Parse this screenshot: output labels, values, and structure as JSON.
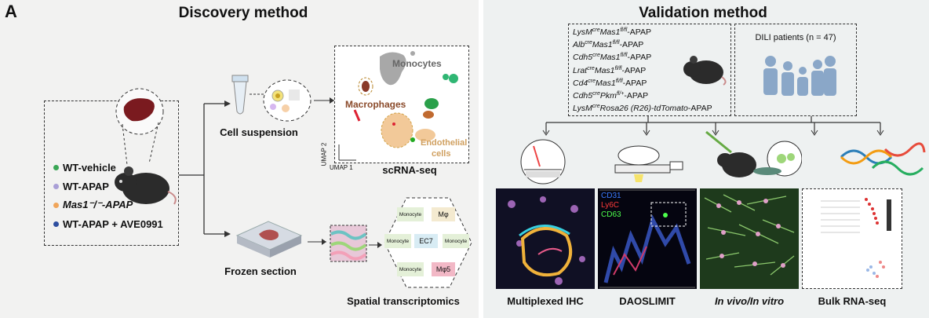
{
  "panel_letter": "A",
  "discovery": {
    "title": "Discovery method",
    "groups": [
      {
        "label": "WT-vehicle",
        "color": "#3aa655"
      },
      {
        "label": "WT-APAP",
        "color": "#a99fd6"
      },
      {
        "label": "Mas1⁻/⁻-APAP",
        "color": "#f0a55a"
      },
      {
        "label": "WT-APAP + AVE0991",
        "color": "#2e4fa0"
      }
    ],
    "cell_suspension": "Cell suspension",
    "frozen_section": "Frozen section",
    "scrna": "scRNA-seq",
    "spatial": "Spatial transcriptomics",
    "umap_x": "UMAP 1",
    "umap_y": "UMAP 2",
    "clusters": {
      "monocytes": "Monocytes",
      "macrophages": "Macrophages",
      "endothelial_1": "Endothelial",
      "endothelial_2": "cells"
    },
    "spatial_cells": [
      "Monocyte",
      "Mφ",
      "Monocyte",
      "EC7",
      "Monocyte",
      "Monocyte",
      "Mφ5"
    ]
  },
  "validation": {
    "title": "Validation method",
    "genotypes": [
      {
        "a": "LysM",
        "b": "cre",
        "c": "Mas1",
        "d": "fl/fl",
        "e": "-APAP"
      },
      {
        "a": "Alb",
        "b": "cre",
        "c": "Mas1",
        "d": "fl/fl",
        "e": "-APAP"
      },
      {
        "a": "Cdh5",
        "b": "cre",
        "c": "Mas1",
        "d": "fl/fl",
        "e": "-APAP"
      },
      {
        "a": "Lrat",
        "b": "cre",
        "c": "Mas1",
        "d": "fl/fl",
        "e": "-APAP"
      },
      {
        "a": "Cd4",
        "b": "cre",
        "c": "Mas1",
        "d": "fl/fl",
        "e": "-APAP"
      },
      {
        "a": "Cdh5",
        "b": "cre",
        "c": "Pkm",
        "d": "fl/+",
        "e": "-APAP"
      },
      {
        "a": "LysM",
        "b": "cre",
        "c": "Rosa26 (R26)-tdTomato",
        "d": "",
        "e": "-APAP"
      }
    ],
    "dili": "DILI patients (n = 47)",
    "methods": [
      "Multiplexed IHC",
      "DAOSLIMIT",
      "In vivo/In vitro",
      "Bulk RNA-seq"
    ],
    "daoslimit_markers": [
      "CD31",
      "Ly6C",
      "CD63"
    ],
    "colors": {
      "cd31": "#3b7bff",
      "ly6c": "#ff3b3b",
      "cd63": "#4dff4d"
    }
  }
}
